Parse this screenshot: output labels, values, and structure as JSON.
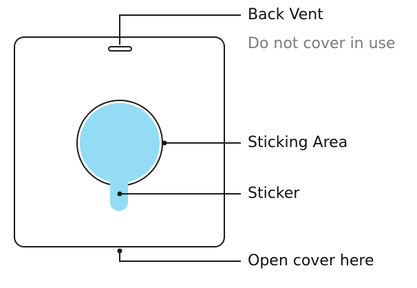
{
  "labels": {
    "back_vent": "Back Vent",
    "vent_note": "Do not cover in use",
    "sticking_area": "Sticking Area",
    "sticker": "Sticker",
    "open_cover": "Open cover here"
  },
  "colors": {
    "outline": "#1a1a1a",
    "sticker_fill": "#93dcf3",
    "secondary_text": "#7a7a7a"
  }
}
